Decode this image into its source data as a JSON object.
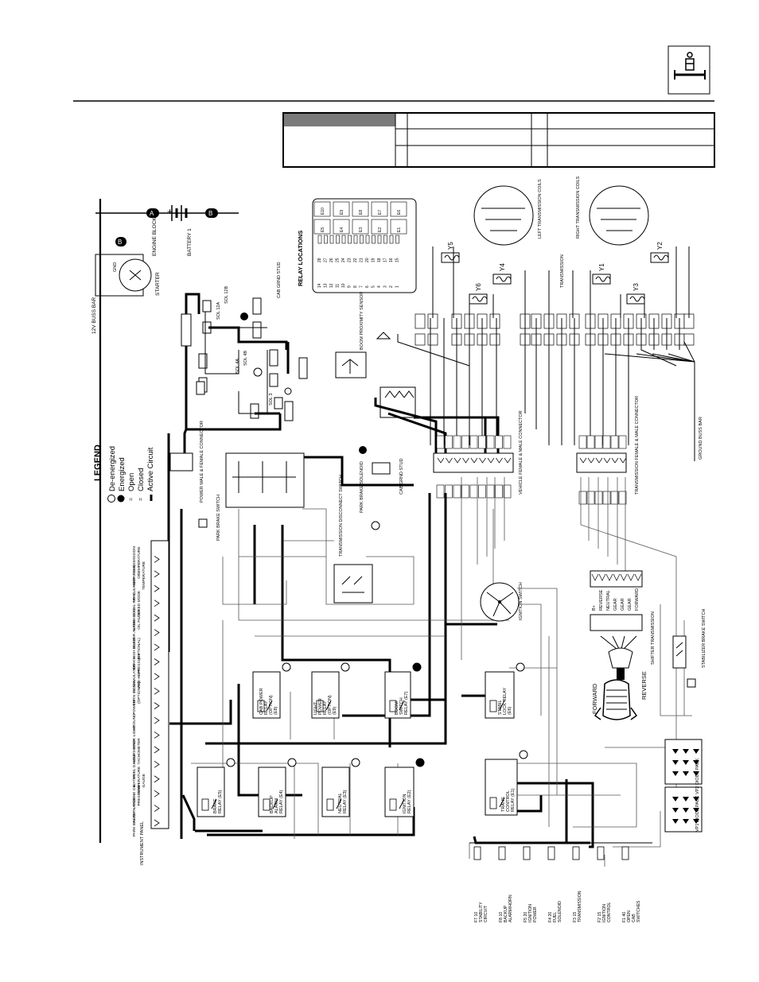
{
  "legend": {
    "title": "LEGEND",
    "items": [
      {
        "code": "DE",
        "label": "De-energized"
      },
      {
        "code": "E",
        "label": "Energized"
      },
      {
        "code": "O",
        "label": "Open"
      },
      {
        "code": "C",
        "label": "Closed"
      },
      {
        "code": "",
        "label": "Active Circuit"
      }
    ]
  },
  "top": {
    "battery": "BATTERY 1",
    "bus_bar": "12V BUSS BAR",
    "starter": "STARTER",
    "engine_block": "ENGINE BLOCK",
    "gnd": "GND",
    "terminals": [
      "A",
      "B",
      "B",
      "+"
    ],
    "solenoids": [
      "SOL 12A",
      "SOL 12B",
      "SOL 4A",
      "SOL 4B",
      "SOL 3"
    ],
    "cab_ground": "CAB GRND STUD"
  },
  "relay_locations": {
    "title": "RELAY LOCATIONS",
    "fuse_rows": [
      [
        "14",
        "28"
      ],
      [
        "13",
        "27"
      ],
      [
        "12",
        "26"
      ],
      [
        "11",
        "25"
      ],
      [
        "10",
        "24"
      ],
      [
        "9",
        "23"
      ],
      [
        "8",
        "22"
      ],
      [
        "7",
        "21"
      ],
      [
        "6",
        "20"
      ],
      [
        "5",
        "19"
      ],
      [
        "4",
        "18"
      ],
      [
        "3",
        "17"
      ],
      [
        "2",
        "16"
      ],
      [
        "1",
        "15"
      ]
    ],
    "relays": [
      "E10",
      "E9",
      "E8",
      "E7",
      "E6",
      "E5",
      "E4",
      "E3",
      "E2",
      "E1"
    ]
  },
  "coils": {
    "left": "LEFT TRANSMISSION COILS",
    "right": "RIGHT TRANSMISSION COILS",
    "transmission": "TRANSMISSION",
    "labels": [
      "Y5",
      "Y4",
      "Y6",
      "Y1",
      "Y3",
      "Y2"
    ]
  },
  "boom_sensor": "BOOM PROXIMITY SENSOR",
  "ground_bus_bar": "GROUND BUSS BAR",
  "connectors": {
    "vehicle": "VEHICLE FEMALE & MALE CONNECTOR",
    "transmission": "TRANSMISSION FEMALE & MALE CONNECTOR",
    "power": "POWER MALE & FEMALE CONNECTOR",
    "park_brake_switch": "PARK BRAKE SWITCH",
    "park_brake_solenoid": "PARK BRAKE SOLENOID",
    "trans_disconnect": "TRANSMISSION DISCONNECT SWITCH",
    "cab_grnd": "CAB GRND STUD"
  },
  "relays": [
    {
      "id": "cab-power",
      "label": "CAB POWER RELAY (OPTION) (E8)"
    },
    {
      "id": "light-power",
      "label": "LIGHT POWER RELAY (OPTION) (E9)"
    },
    {
      "id": "boom-switch",
      "label": "BOOM SWITCH RELAY (E7)"
    },
    {
      "id": "stabil-lock",
      "label": "STABIL LOCK RELAY (E6)"
    },
    {
      "id": "brake",
      "label": "BRAKE RELAY (E5)"
    },
    {
      "id": "backup-alarm",
      "label": "BACKUP ALARM RELAY (E4)"
    },
    {
      "id": "neutral",
      "label": "NEUTRAL RELAY (E3)"
    },
    {
      "id": "ignition",
      "label": "IGNITION RELAY (E2)"
    },
    {
      "id": "trans-control",
      "label": "TRANS CONTROL RELAY (E1)"
    }
  ],
  "ignition_switch": "IGNITION SWITCH",
  "shift_control": {
    "forward": "FORWARD",
    "reverse": "REVERSE",
    "label": "SHIFTER TRANSMISSION",
    "gears": [
      "B+",
      "REVERSE",
      "NEUTRAL",
      "GEAR",
      "GEAR",
      "GEAR",
      "FORWARD"
    ]
  },
  "stabilizer": "STABILIZER BRAKE SWITCH",
  "diode_packs": "VP1 DIODE PACK  VP2 DIODE PACK",
  "instrument_panel": {
    "title": "INSTRUMENT PANEL",
    "items": [
      "PARK BRAKE",
      "ALTERNATOR",
      "ENGINE OIL PRESSURE",
      "WATER TEMPERATURE GAUGE",
      "FUEL GAUGE",
      "HOURMETER TACHOMETER",
      "BACK LIGHT",
      "GROUND",
      "POWER",
      "TURN SIGNAL (OPTIONAL)",
      "ACCUMULATOR PRE-HEAT",
      "BRAKE PRESSURE",
      "HIGH BEAM (OPTIONAL)",
      "BUZZER ALARM",
      "HYDRAULIC OIL FILTER",
      "STABIL-TRAK LOCKED MODE",
      "AIR CLEANER",
      "HYDRAULIC OIL TEMPERATURE",
      "TRANSMISSION TEMPERATURE"
    ]
  },
  "fuses": [
    {
      "f": "F7",
      "amp": "10",
      "name": "STABILITY CIRCUIT"
    },
    {
      "f": "F8",
      "amp": "10",
      "name": "BACKUP ALARM/HORN"
    },
    {
      "f": "F5",
      "amp": "20",
      "name": "IGNITION POWER"
    },
    {
      "f": "F4",
      "amp": "20",
      "name": "FUEL SOLENOID"
    },
    {
      "f": "F3",
      "amp": "15",
      "name": "TRANSMISSION"
    },
    {
      "f": "F2",
      "amp": "15",
      "name": "IGNITION CONTROL"
    },
    {
      "f": "F1",
      "amp": "40",
      "name": "OPEN CAB SWITCHES"
    }
  ]
}
